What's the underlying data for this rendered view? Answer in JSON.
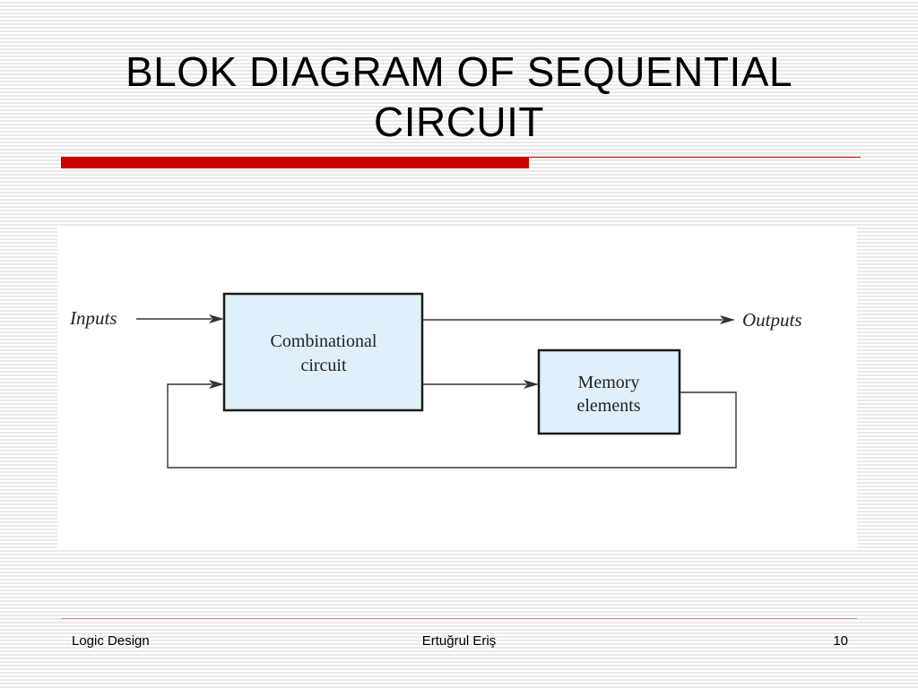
{
  "slide": {
    "title_line1": "BLOK DIAGRAM OF SEQUENTIAL",
    "title_line2": "CIRCUIT"
  },
  "diagram": {
    "inputs_label": "Inputs",
    "outputs_label": "Outputs",
    "combinational_line1": "Combinational",
    "combinational_line2": "circuit",
    "memory_line1": "Memory",
    "memory_line2": "elements",
    "box_fill": "#dff0fb"
  },
  "footer": {
    "left": "Logic Design",
    "center": "Ertuğrul Eriş",
    "page": "10"
  },
  "colors": {
    "accent_red": "#cc0000"
  }
}
